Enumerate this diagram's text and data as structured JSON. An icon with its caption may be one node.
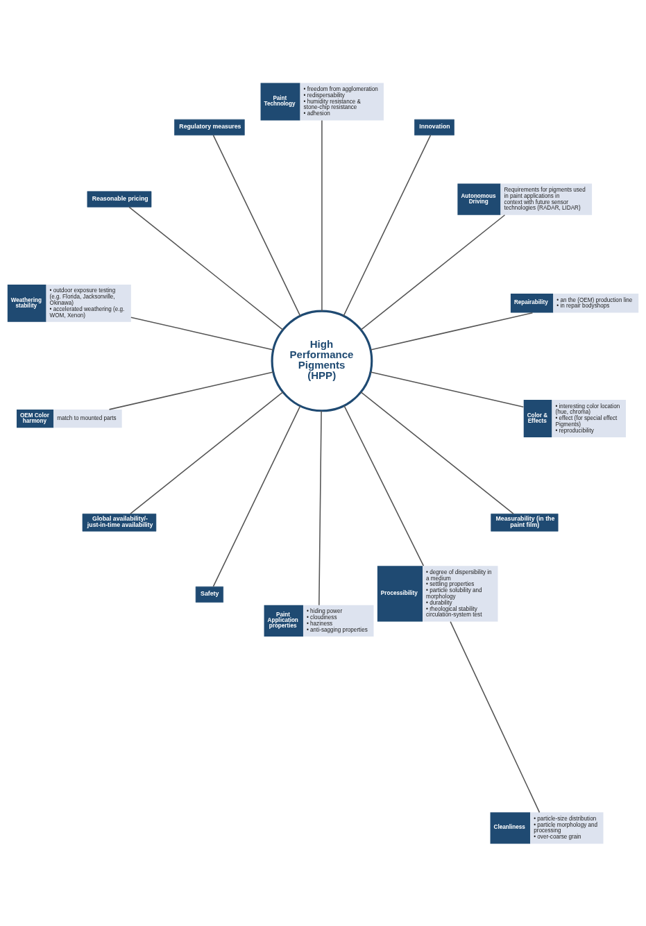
{
  "diagram": {
    "nodes": [
      {
        "text": [
          "High Performance Pigments (HPP)"
        ]
      },
      {
        "text": [
          "Repairability",
          "• an the (OEM) production line",
          "• in repair bodyshops"
        ]
      },
      {
        "text": [
          "Autonomous Driving",
          "Requirements for pigments used in paint applications in context with future sensor technologies (RADAR, LIDAR)"
        ]
      },
      {
        "text": [
          "Innovation"
        ]
      },
      {
        "text": [
          "Paint Technology",
          "• freedom from agglomeration",
          "• redispersability",
          "• humidity resistance & stone-chip resistance",
          "• adhesion"
        ]
      },
      {
        "text": [
          "Regulatory measures"
        ]
      },
      {
        "text": [
          "Reasonable pricing"
        ]
      },
      {
        "text": [
          "Weathering stability",
          "• outdoor exposure testing (e.g. Florida, Jacksonville, Okinawa)",
          "• accelerated weathering (e.g. WOM, Xenon)"
        ]
      },
      {
        "text": [
          "OEM Color harmony",
          "match to mounted parts"
        ]
      },
      {
        "text": [
          "Global availability/- just-in-time availability"
        ]
      },
      {
        "text": [
          "Safety"
        ]
      },
      {
        "text": [
          "Paint Application properties",
          "• hiding power",
          "• cloudiness",
          "• haziness",
          "• anti-sagging properties"
        ]
      },
      {
        "text": [
          "Processibility",
          "• degree of dispersibility in a medium",
          "• settling properties",
          "• particle solubility and morphology",
          "• durability",
          "• rheological stability circulation-system test"
        ]
      },
      {
        "text": [
          "Measurability (in the paint film)"
        ]
      },
      {
        "text": [
          "Cleanliness",
          "• particle-size distribution",
          "• particle morphology and processing",
          "• over-coarse grain"
        ]
      },
      {
        "text": [
          "Color & Effects",
          "• interesting color location (hue, chroma)",
          "• effect (for special effect Pigments)",
          "• reproducibility"
        ]
      }
    ],
    "edges": [
      {
        "from": 0,
        "to": 1,
        "arrow": "none"
      },
      {
        "from": 0,
        "to": 2,
        "arrow": "none"
      },
      {
        "from": 0,
        "to": 3,
        "arrow": "none"
      },
      {
        "from": 0,
        "to": 4,
        "arrow": "none"
      },
      {
        "from": 0,
        "to": 5,
        "arrow": "none"
      },
      {
        "from": 0,
        "to": 6,
        "arrow": "none"
      },
      {
        "from": 0,
        "to": 7,
        "arrow": "none"
      },
      {
        "from": 0,
        "to": 8,
        "arrow": "none"
      },
      {
        "from": 0,
        "to": 9,
        "arrow": "none"
      },
      {
        "from": 0,
        "to": 10,
        "arrow": "none"
      },
      {
        "from": 0,
        "to": 11,
        "arrow": "none"
      },
      {
        "from": 0,
        "to": 12,
        "arrow": "none"
      },
      {
        "from": 0,
        "to": 13,
        "arrow": "none"
      },
      {
        "from": 0,
        "to": 15,
        "arrow": "none"
      },
      {
        "from": 12,
        "to": 14,
        "arrow": "none"
      }
    ]
  }
}
